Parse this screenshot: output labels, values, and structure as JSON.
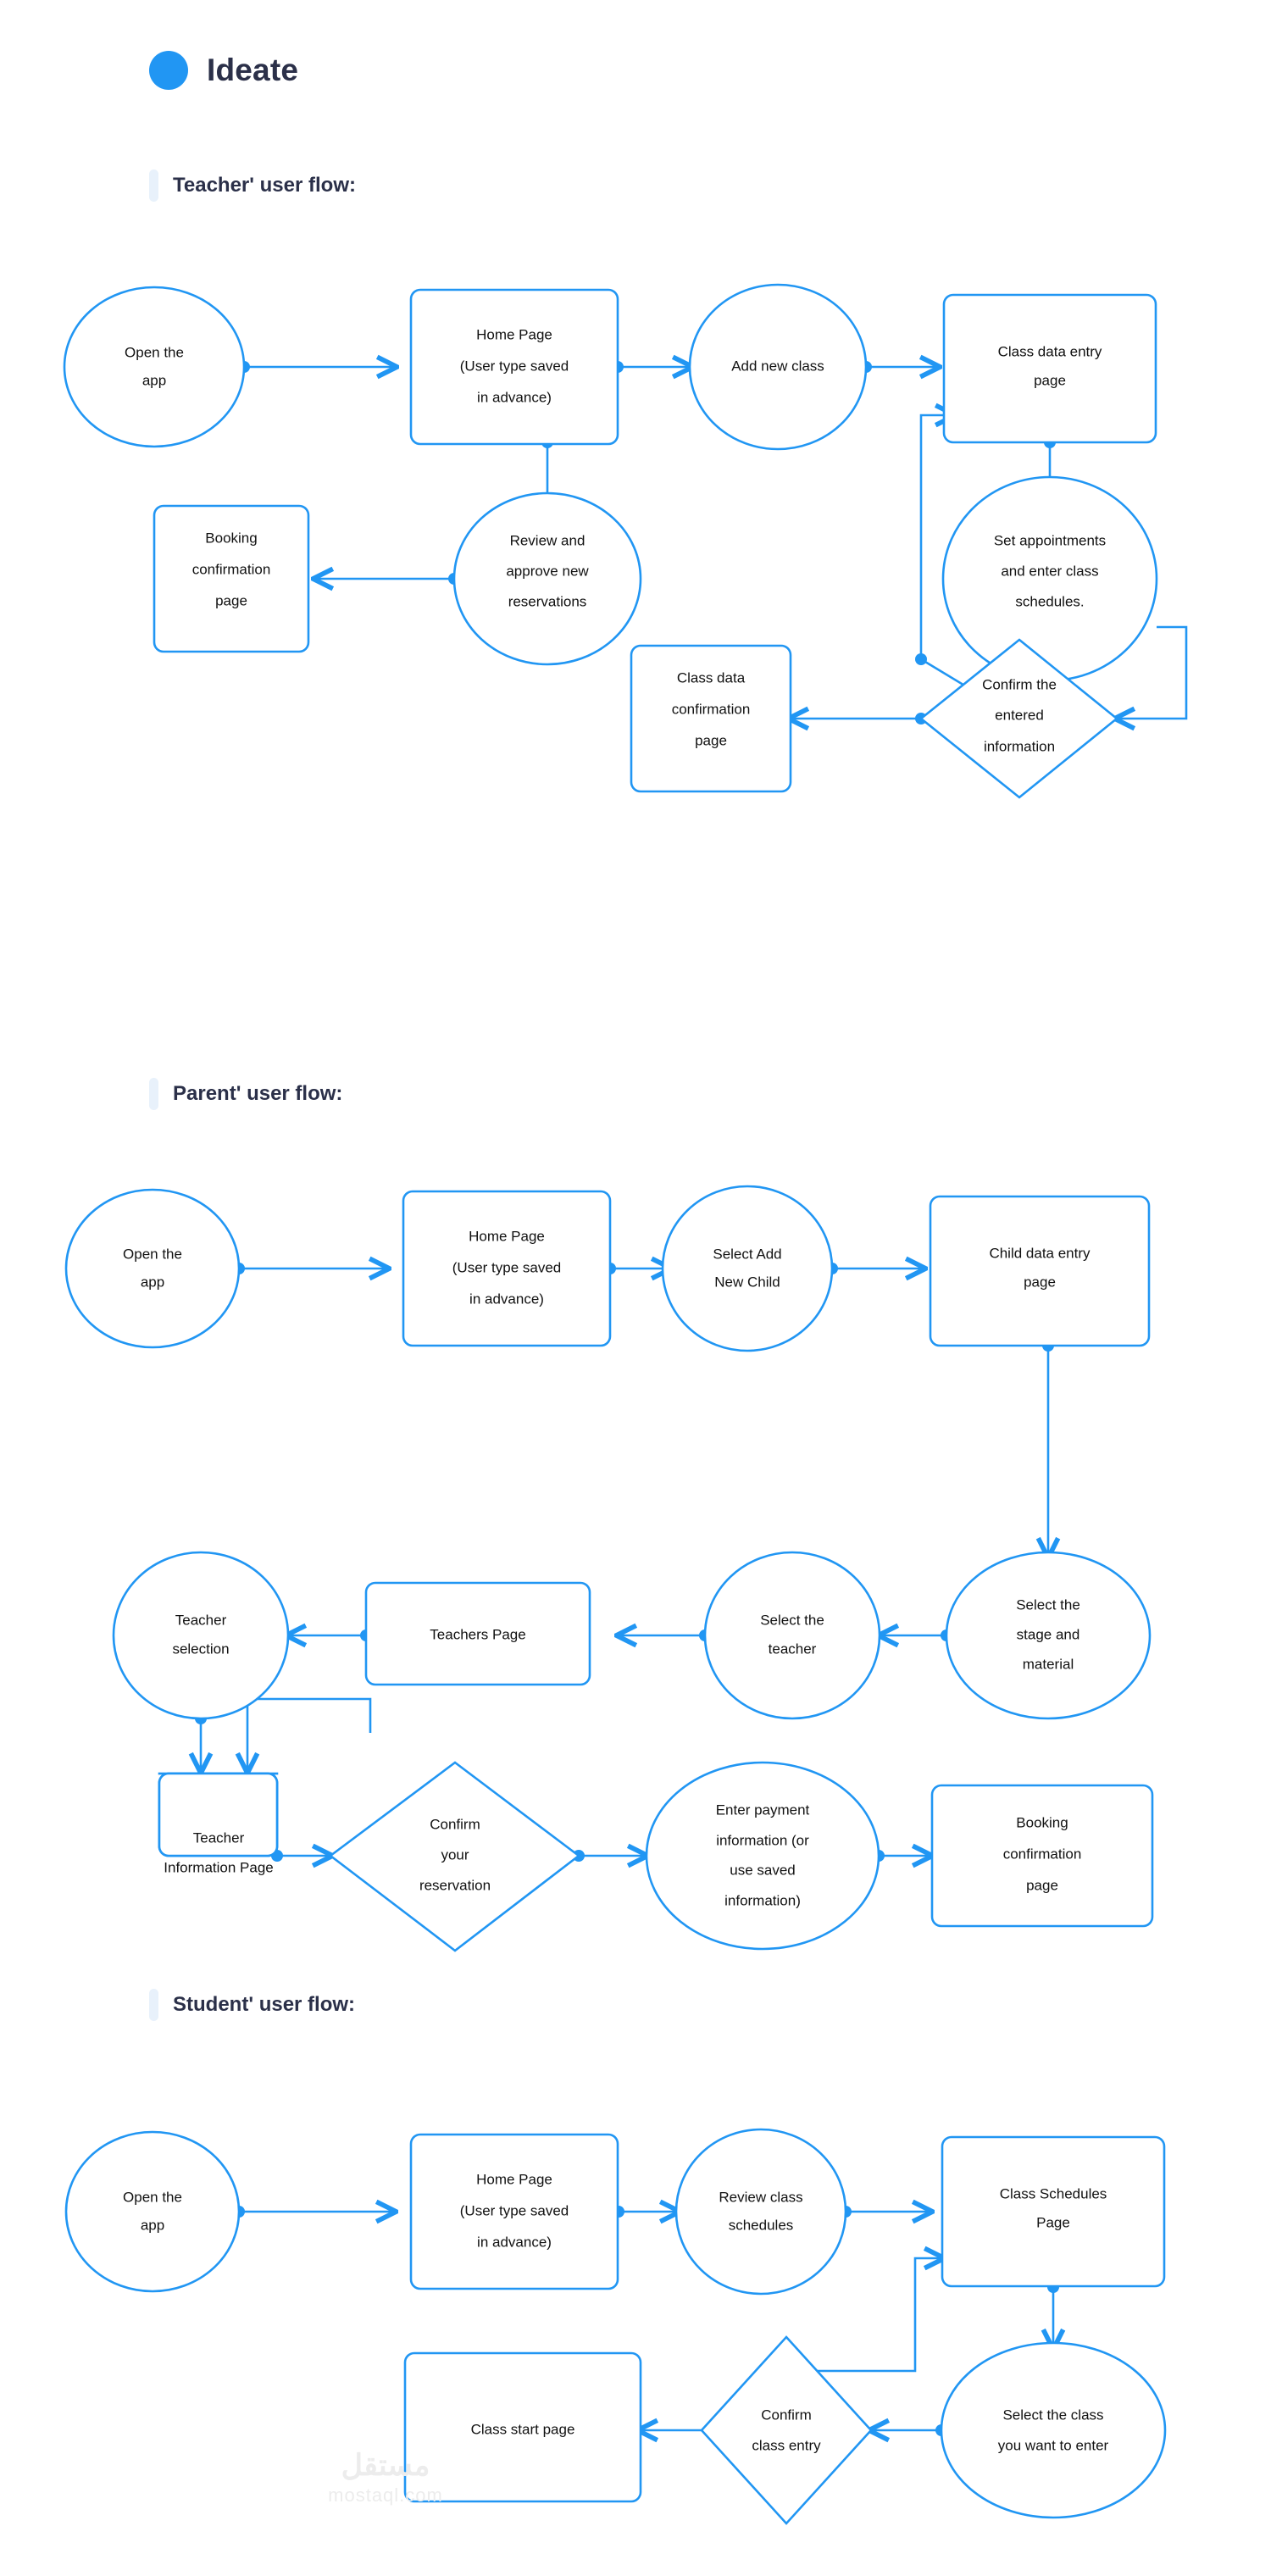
{
  "brand": {
    "logo_icon": "blue-circle-logo",
    "title": "Ideate",
    "accent_color": "#2196f3"
  },
  "theme": {
    "line_color": "#2196f3",
    "node_fill": "#ffffff",
    "node_text": "#111111",
    "heading_text": "#2b3049",
    "section_bar": "#e8f1fb",
    "background": "#ffffff"
  },
  "watermark": {
    "arabic": "مستقل",
    "latin": "mostaql.com"
  },
  "sections": [
    {
      "id": "teacher",
      "heading": "Teacher' user flow:",
      "nodes": {
        "n1": "Open the\napp",
        "n2": "Home Page\n(User type saved\nin advance)",
        "n3": "Add new class",
        "n4": "Class data entry\npage",
        "n5": "Booking\nconfirmation\npage",
        "n6": "Review and\napprove new\nreservations",
        "n7": "Set appointments\nand enter class\nschedules.",
        "n8": "Class data\nconfirmation\npage",
        "n9": "Confirm the\nentered\ninformation"
      }
    },
    {
      "id": "parent",
      "heading": "Parent' user flow:",
      "nodes": {
        "n1": "Open the\napp",
        "n2": "Home Page\n(User type saved\nin advance)",
        "n3": "Select Add\nNew Child",
        "n4": "Child data entry\npage",
        "n5": "Teacher\nselection",
        "n6": "Teachers Page",
        "n7": "Select the\nteacher",
        "n8": "Select the\nstage and\nmaterial",
        "n9": "Teacher\nInformation Page",
        "n10": "Confirm\nyour\nreservation",
        "n11": "Enter payment\ninformation (or\nuse saved\ninformation)",
        "n12": "Booking\nconfirmation\npage"
      }
    },
    {
      "id": "student",
      "heading": "Student' user flow:",
      "nodes": {
        "n1": "Open the\napp",
        "n2": "Home Page\n(User type saved\nin advance)",
        "n3": "Review class\nschedules",
        "n4": "Class Schedules\nPage",
        "n5": "Class start page",
        "n6": "Confirm\nclass entry",
        "n7": "Select the class\nyou want to enter"
      }
    }
  ]
}
